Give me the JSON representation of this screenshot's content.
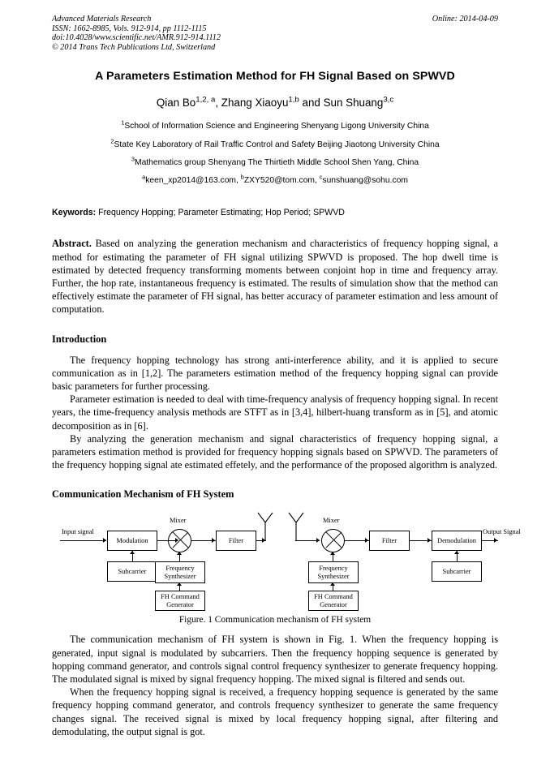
{
  "header": {
    "journal": "Advanced Materials Research",
    "issn_line": "ISSN: 1662-8985, Vols. 912-914, pp 1112-1115",
    "doi_line": "doi:10.4028/www.scientific.net/AMR.912-914.1112",
    "copyright": "© 2014 Trans Tech Publications Ltd, Switzerland",
    "online": "Online: 2014-04-09"
  },
  "article": {
    "title": "A Parameters Estimation Method for FH Signal Based on SPWVD",
    "authors": {
      "a1_name": "Qian Bo",
      "a1_sup": "1,2, a",
      "sep1": ", ",
      "a2_name": "Zhang Xiaoyu",
      "a2_sup": "1,b",
      "sep2": " and ",
      "a3_name": "Sun Shuang",
      "a3_sup": "3,c"
    },
    "affiliations": [
      {
        "marker": "1",
        "text": "School of Information Science and Engineering Shenyang Ligong University China"
      },
      {
        "marker": "2",
        "text": "State Key Laboratory of Rail Traffic Control and Safety Beijing Jiaotong University China"
      },
      {
        "marker": "3",
        "text": "Mathematics group Shenyang The Thirtieth Middle School Shen Yang, China"
      }
    ],
    "emails": [
      {
        "marker": "a",
        "text": "keen_xp2014@163.com, "
      },
      {
        "marker": "b",
        "text": "ZXY520@tom.com, "
      },
      {
        "marker": "c",
        "text": "sunshuang@sohu.com"
      }
    ],
    "keywords_label": "Keywords:",
    "keywords_value": " Frequency Hopping; Parameter Estimating; Hop Period; SPWVD",
    "abstract_label": "Abstract.",
    "abstract_text": " Based on analyzing the generation mechanism and characteristics of frequency hopping signal, a method for estimating the parameter of FH signal utilizing SPWVD is proposed. The hop dwell time is estimated by detected frequency transforming moments between conjoint hop in time and frequency array. Further, the hop rate, instantaneous frequency is estimated. The results of simulation show that the method can effectively estimate the parameter of FH signal, has better accuracy of parameter estimation and less amount of computation.",
    "section_intro": "Introduction",
    "intro_p1": "The frequency hopping technology has strong anti-interference ability, and it is applied to secure communication as in [1,2]. The parameters estimation method of the frequency hopping signal can provide basic parameters for further processing.",
    "intro_p2": "Parameter estimation is needed to deal with time-frequency analysis of frequency hopping signal. In recent years, the time-frequency analysis methods are STFT as in [3,4], hilbert-huang transform as in [5],  and atomic decomposition as in [6].",
    "intro_p3": "By analyzing the generation mechanism and signal characteristics of frequency hopping signal, a parameters estimation method is provided for frequency hopping signals based on SPWVD. The parameters of the frequency hopping signal ate estimated effetely, and the performance of the proposed algorithm is analyzed.",
    "section_comm": "Communication Mechanism of FH System",
    "figure_caption": "Figure. 1 Communication mechanism of FH system",
    "body_p1": "The communication mechanism of FH system is shown in Fig. 1. When the frequency hopping is generated, input signal is modulated by subcarriers. Then the frequency hopping sequence is generated by hopping command generator, and controls signal control frequency synthesizer to generate frequency hopping. The modulated signal is mixed by signal frequency hopping. The mixed signal is filtered and sends out.",
    "body_p2": "When the frequency hopping signal is received, a frequency hopping sequence is generated by the same frequency hopping command generator, and controls frequency synthesizer to generate the same frequency changes signal. The received signal is mixed by local frequency hopping signal, after filtering and demodulating, the output signal is got."
  },
  "figure": {
    "tx": {
      "input_label": "Input signal",
      "mixer_label": "Mixer",
      "modulation": "Modulation",
      "subcarrier": "Subcarrier",
      "freq_synth": "Frequency Synthesizer",
      "fh_cmd": "FH Command Generator",
      "filter": "Filter"
    },
    "rx": {
      "mixer_label": "Mixer",
      "filter": "Filter",
      "demodulation": "Demodulation",
      "subcarrier": "Subcarrier",
      "freq_synth": "Frequency Synthesizer",
      "fh_cmd": "FH Command Generator",
      "output_label": "Output Signal"
    }
  }
}
